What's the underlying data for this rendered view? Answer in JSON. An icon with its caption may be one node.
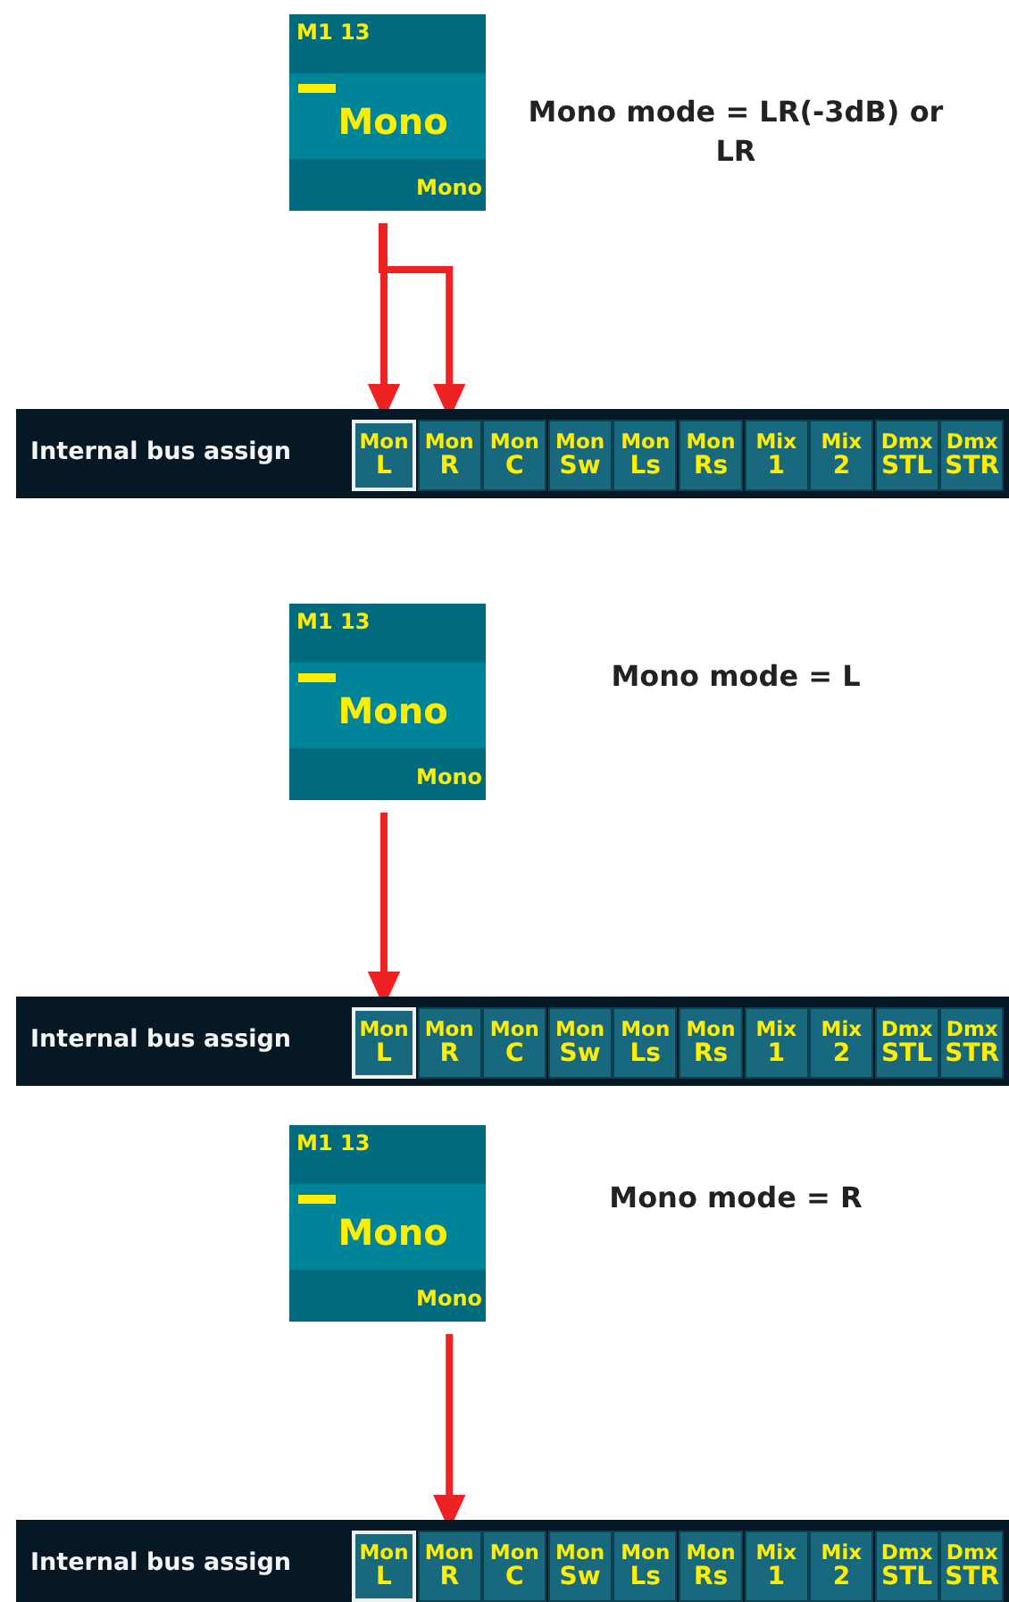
{
  "diagram": {
    "nodes": [
      {
        "text": [
          "M1 13",
          "Mono",
          "Mono"
        ]
      },
      {
        "text": [
          "Internal bus assign"
        ]
      },
      {
        "text": [
          "Mon",
          "L"
        ],
        "in": 1
      },
      {
        "text": [
          "Mon",
          "R"
        ],
        "in": 1
      },
      {
        "text": [
          "Mon",
          "C"
        ],
        "in": 1
      },
      {
        "text": [
          "Mon",
          "Sw"
        ],
        "in": 1
      },
      {
        "text": [
          "Mon",
          "Ls"
        ],
        "in": 1
      },
      {
        "text": [
          "Mon",
          "Rs"
        ],
        "in": 1
      },
      {
        "text": [
          "Mix",
          "1"
        ],
        "in": 1
      },
      {
        "text": [
          "Mix",
          "2"
        ],
        "in": 1
      },
      {
        "text": [
          "Dmx",
          "STL"
        ],
        "in": 1
      },
      {
        "text": [
          "Dmx",
          "STR"
        ],
        "in": 1
      },
      {
        "text": [
          "M1 13",
          "Mono",
          "Mono"
        ]
      },
      {
        "text": [
          "Internal bus assign"
        ]
      },
      {
        "text": [
          "Mon",
          "L"
        ],
        "in": 13
      },
      {
        "text": [
          "Mon",
          "R"
        ],
        "in": 13
      },
      {
        "text": [
          "Mon",
          "C"
        ],
        "in": 13
      },
      {
        "text": [
          "Mon",
          "Sw"
        ],
        "in": 13
      },
      {
        "text": [
          "Mon",
          "Ls"
        ],
        "in": 13
      },
      {
        "text": [
          "Mon",
          "Rs"
        ],
        "in": 13
      },
      {
        "text": [
          "Mix",
          "1"
        ],
        "in": 13
      },
      {
        "text": [
          "Mix",
          "2"
        ],
        "in": 13
      },
      {
        "text": [
          "Dmx",
          "STL"
        ],
        "in": 13
      },
      {
        "text": [
          "Dmx",
          "STR"
        ],
        "in": 13
      },
      {
        "text": [
          "M1 13",
          "Mono",
          "Mono"
        ]
      },
      {
        "text": [
          "Internal bus assign"
        ]
      },
      {
        "text": [
          "Mon",
          "L"
        ],
        "in": 25
      },
      {
        "text": [
          "Mon",
          "R"
        ],
        "in": 25
      },
      {
        "text": [
          "Mon",
          "C"
        ],
        "in": 25
      },
      {
        "text": [
          "Mon",
          "Sw"
        ],
        "in": 25
      },
      {
        "text": [
          "Mon",
          "Ls"
        ],
        "in": 25
      },
      {
        "text": [
          "Mon",
          "Rs"
        ],
        "in": 25
      },
      {
        "text": [
          "Mix",
          "1"
        ],
        "in": 25
      },
      {
        "text": [
          "Mix",
          "2"
        ],
        "in": 25
      },
      {
        "text": [
          "Dmx",
          "STL"
        ],
        "in": 25
      },
      {
        "text": [
          "Dmx",
          "STR"
        ],
        "in": 25
      }
    ],
    "edges": [
      {
        "from": 0,
        "to": 2,
        "arrow": "to"
      },
      {
        "from": 0,
        "to": 3,
        "arrow": "to"
      },
      {
        "from": 12,
        "to": 14,
        "arrow": "to"
      },
      {
        "from": 24,
        "to": 27,
        "arrow": "to"
      }
    ],
    "labels": [
      "Mono mode = LR(-3dB) or LR",
      "Mono mode = L",
      "Mono mode = R"
    ]
  }
}
